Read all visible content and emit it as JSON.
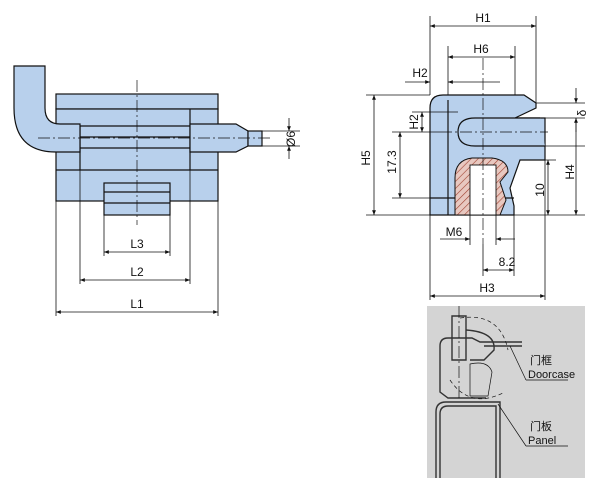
{
  "dimensions": {
    "L1": "L1",
    "L2": "L2",
    "L3": "L3",
    "diameter": "Ø6",
    "H1": "H1",
    "H2": "H2",
    "H3": "H3",
    "H4": "H4",
    "H5": "H5",
    "H6": "H6",
    "delta": "δ",
    "dim_17_3": "17.3",
    "dim_10": "10",
    "dim_8_2": "8.2",
    "thread": "M6"
  },
  "installation": {
    "doorcase_cn": "门框",
    "doorcase_en": "Doorcase",
    "panel_cn": "门板",
    "panel_en": "Panel"
  },
  "colors": {
    "part_fill": "#b8d0ec",
    "detail_bg": "#d4d4d4"
  }
}
